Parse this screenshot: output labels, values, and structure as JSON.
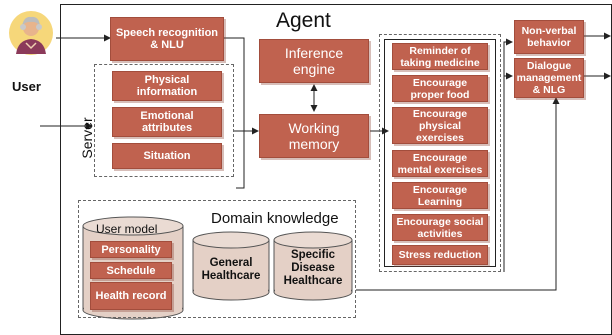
{
  "user": {
    "label": "User",
    "icon": "elderly-woman-avatar"
  },
  "agent": {
    "title": "Agent"
  },
  "speech": {
    "label": "Speech recognition & NLU"
  },
  "server": {
    "label": "Server",
    "items": [
      "Physical information",
      "Emotional attributes",
      "Situation"
    ]
  },
  "inference": {
    "label": "Inference engine"
  },
  "memory": {
    "label": "Working memory"
  },
  "behaviors": [
    "Reminder of taking medicine",
    "Encourage proper food",
    "Encourage physical exercises",
    "Encourage mental exercises",
    "Encourage Learning",
    "Encourage social activities",
    "Stress reduction"
  ],
  "outputs": {
    "nonverbal": "Non-verbal behavior",
    "dialogue": "Dialogue management & NLG"
  },
  "domain": {
    "title": "Domain knowledge",
    "user_model": {
      "title": "User model",
      "items": [
        "Personality",
        "Schedule",
        "Health record"
      ]
    },
    "general": "General Healthcare",
    "specific": "Specific Disease Healthcare"
  },
  "colors": {
    "box": "#c0624f",
    "cylinder": "#e4d0c6",
    "text": "#ffffff"
  }
}
